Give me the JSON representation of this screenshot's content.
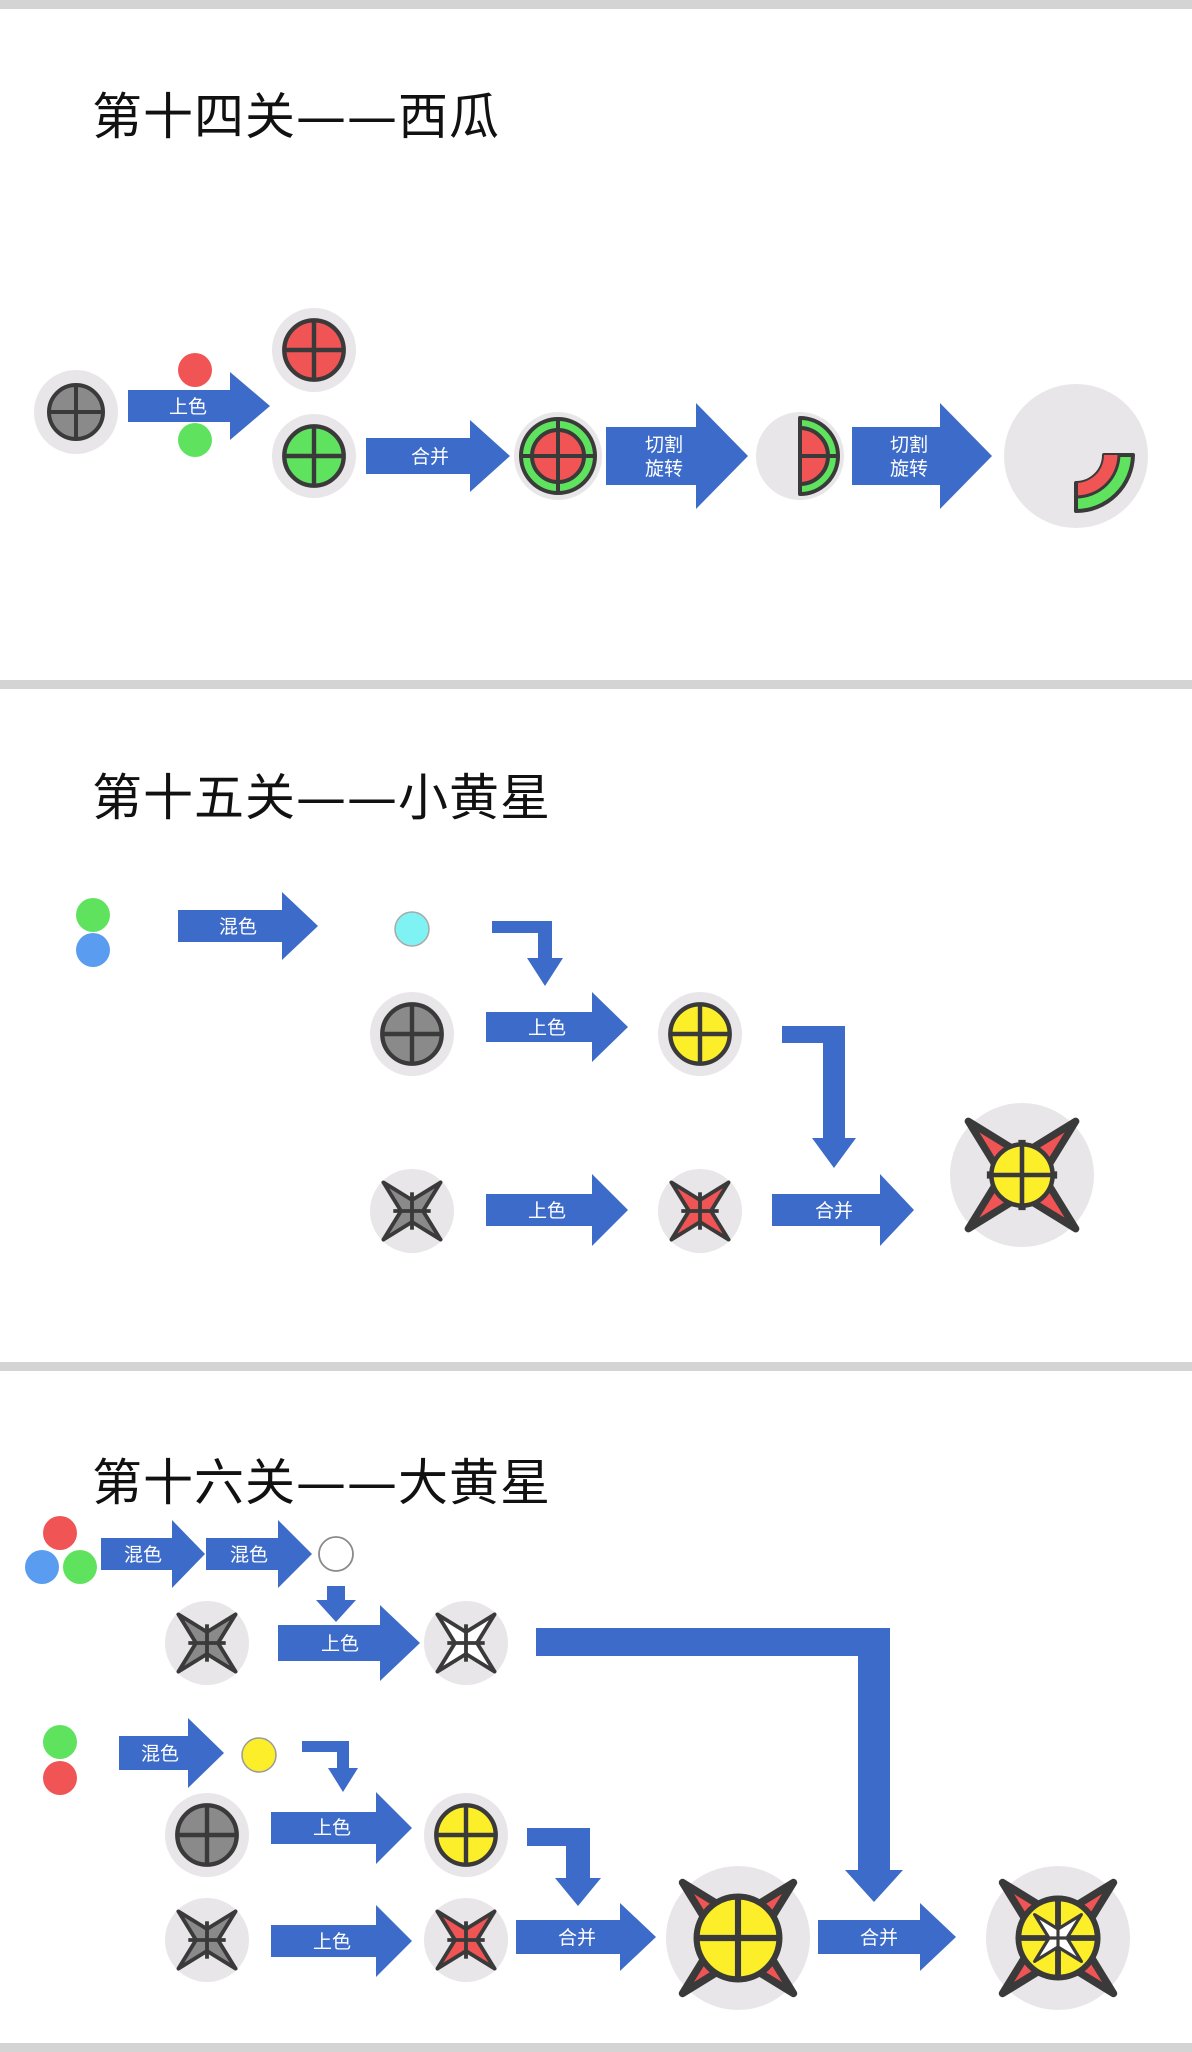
{
  "levels": [
    {
      "title": "第十四关——西瓜",
      "arrows": {
        "color": "上色",
        "merge": "合并",
        "cut1_line1": "切割",
        "cut1_line2": "旋转",
        "cut2_line1": "切割",
        "cut2_line2": "旋转"
      }
    },
    {
      "title": "第十五关——小黄星",
      "arrows": {
        "mix": "混色",
        "color_circle": "上色",
        "color_star": "上色",
        "merge": "合并"
      }
    },
    {
      "title": "第十六关——大黄星",
      "arrows": {
        "mix1": "混色",
        "mix2": "混色",
        "color_white_star": "上色",
        "mix3": "混色",
        "color_circle": "上色",
        "color_star": "上色",
        "merge1": "合并",
        "merge2": "合并"
      }
    }
  ],
  "colors": {
    "arrow": "#3d6bc9",
    "gray": "#8a8a8a",
    "red": "#f05454",
    "green": "#5fe35f",
    "blue": "#5a9cf0",
    "cyan": "#7ff3f3",
    "yellow": "#fcef2a",
    "white": "#ffffff",
    "outline": "#3a3a3a",
    "bg_disc": "#e8e6e8"
  }
}
